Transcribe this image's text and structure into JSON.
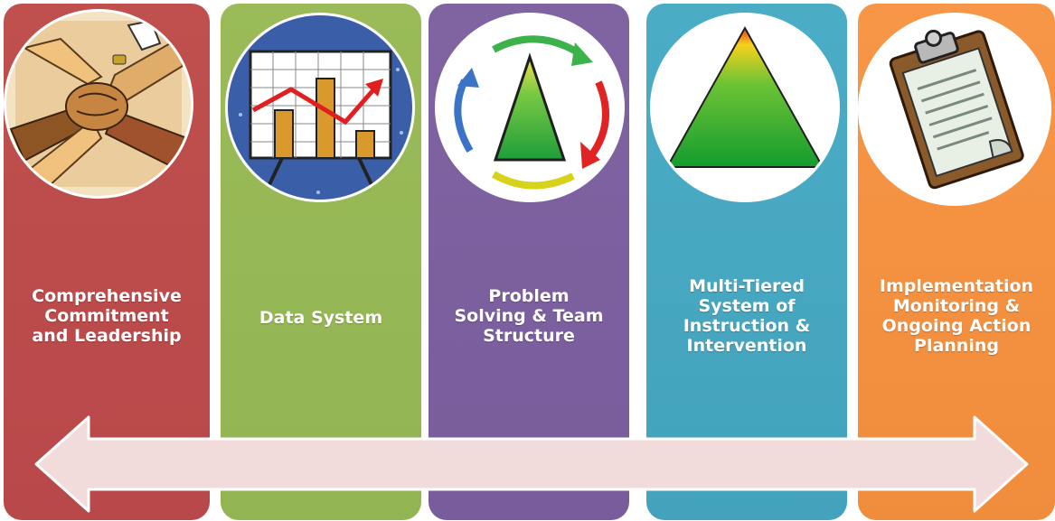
{
  "stages": [
    {
      "label": "Comprehensive\nCommitment\nand Leadership",
      "color": "#c0504d",
      "icon": "joined-hands-icon"
    },
    {
      "label": "Data System",
      "color": "#9bbb59",
      "icon": "bar-chart-icon"
    },
    {
      "label": "Problem\nSolving & Team\nStructure",
      "color": "#8064a2",
      "icon": "cycle-triangle-icon"
    },
    {
      "label": "Multi-Tiered\nSystem of\nInstruction &\nIntervention",
      "color": "#4bacc6",
      "icon": "tiered-triangle-icon"
    },
    {
      "label": "Implementation\nMonitoring &\nOngoing Action\nPlanning",
      "color": "#f79646",
      "icon": "clipboard-icon"
    }
  ],
  "connector": {
    "icon": "double-headed-arrow-icon",
    "color": "#f2dcdb"
  }
}
